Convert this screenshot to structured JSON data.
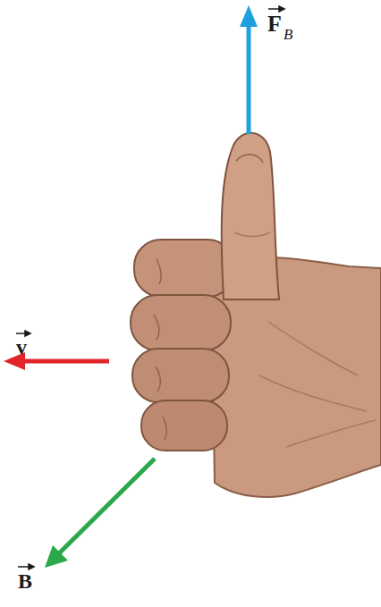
{
  "diagram": {
    "labels": [
      "F",
      "B",
      "v",
      "B"
    ]
  }
}
